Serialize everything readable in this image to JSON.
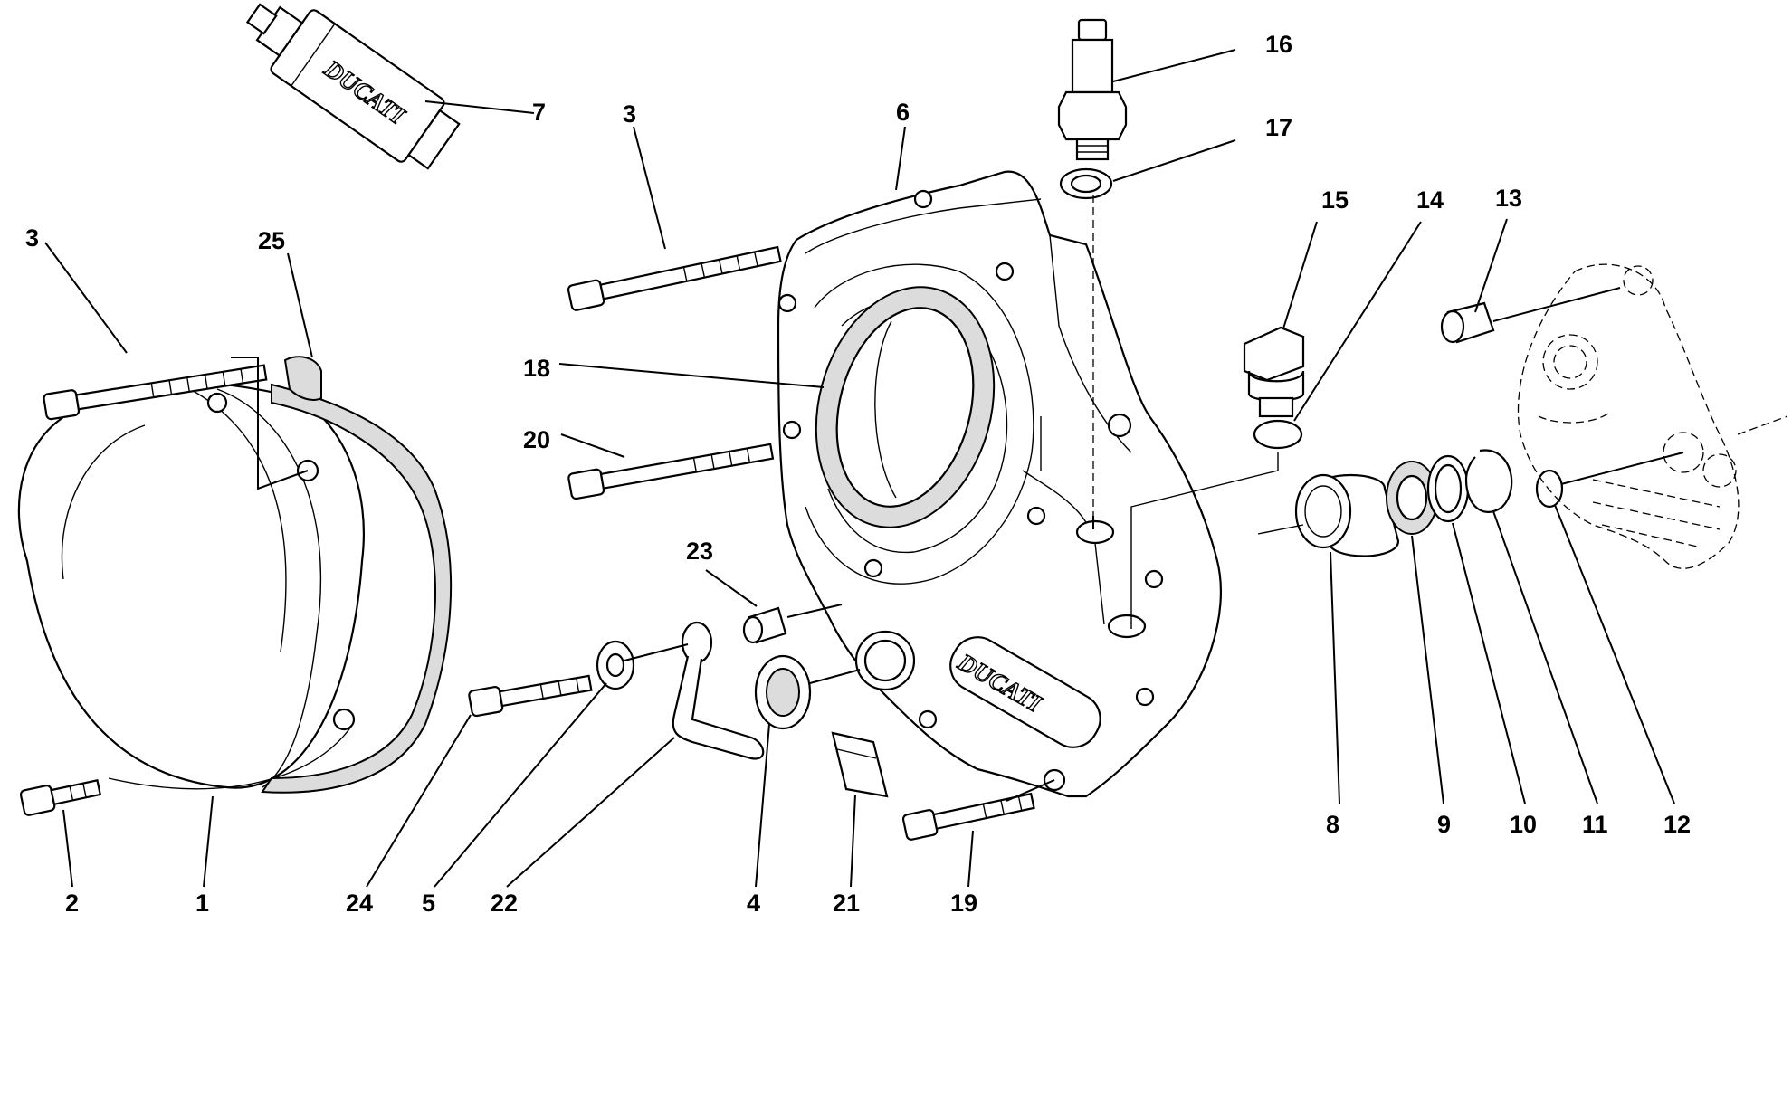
{
  "labels": {
    "p1": "1",
    "p2": "2",
    "p3a": "3",
    "p3b": "3",
    "p4": "4",
    "p5": "5",
    "p6": "6",
    "p7": "7",
    "p8": "8",
    "p9": "9",
    "p10": "10",
    "p11": "11",
    "p12": "12",
    "p13": "13",
    "p14": "14",
    "p15": "15",
    "p16": "16",
    "p17": "17",
    "p18": "18",
    "p19": "19",
    "p20": "20",
    "p21": "21",
    "p22": "22",
    "p23": "23",
    "p24": "24",
    "p25": "25"
  },
  "brand": {
    "tube": "DUCATI",
    "cover": "DUCATI"
  }
}
